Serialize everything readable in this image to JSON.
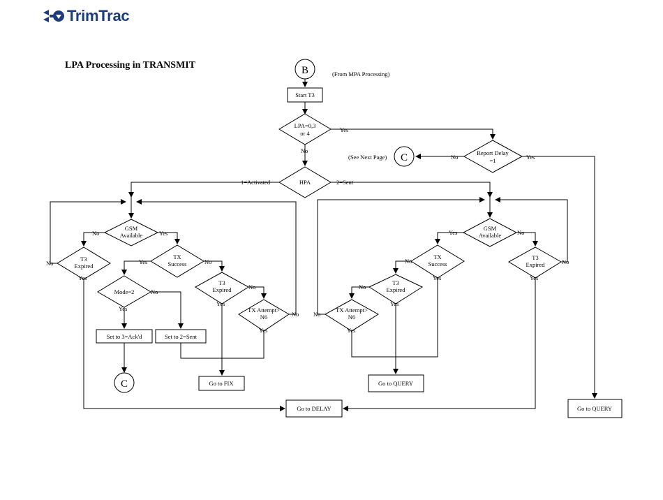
{
  "logo": {
    "text": "TrimTrac"
  },
  "title": "LPA Processing in TRANSMIT",
  "connectors": {
    "b_top": "B",
    "c_right": "C",
    "c_left": "C"
  },
  "notes": {
    "from_mpa": "(From MPA Processing)",
    "see_next": "(See Next Page)"
  },
  "nodes": {
    "start_t3": "Start T3",
    "lpa_q": [
      "LPA=0,3",
      "or 4"
    ],
    "report_delay": [
      "Report Delay",
      "=1"
    ],
    "hpa": "HPA",
    "gsm_left": [
      "GSM",
      "Available"
    ],
    "gsm_right": [
      "GSM",
      "Available"
    ],
    "t3_exp_left": [
      "T3",
      "Expired"
    ],
    "tx_succ_left": [
      "TX",
      "Success"
    ],
    "mode2": "Mode=2",
    "t3_exp_mid_left": [
      "T3",
      "Expired"
    ],
    "tx_att_left": [
      "TX Attempt>",
      "N6"
    ],
    "set3": "Set to 3=Ack'd",
    "set2": "Set to 2=Sent",
    "go_fix": "Go to FIX",
    "go_delay": "Go to DELAY",
    "tx_succ_right": [
      "TX",
      "Success"
    ],
    "t3_exp_mid_right": [
      "T3",
      "Expired"
    ],
    "tx_att_right": [
      "TX Attempt>",
      "N6"
    ],
    "t3_exp_right": [
      "T3",
      "Expired"
    ],
    "go_query_mid": "Go to QUERY",
    "go_query_right": "Go to QUERY"
  },
  "labels": {
    "lpa_yes": "Yes",
    "lpa_no": "No",
    "rd_no": "No",
    "rd_yes": "Yes",
    "hpa_1": "1=Activated",
    "hpa_2": "2=Sent",
    "gsmL_no": "No",
    "gsmL_yes": "Yes",
    "t3L_no": "No",
    "t3L_yes": "Yes",
    "txL_yes": "Yes",
    "txL_no": "No",
    "mode_no": "No",
    "mode_yes": "Yes",
    "t3ML_no": "No",
    "t3ML_yes": "Yes",
    "attL_no": "No",
    "attL_yes": "Yes",
    "gsmR_yes": "Yes",
    "gsmR_no": "No",
    "txR_no": "No",
    "txR_yes": "Yes",
    "t3MR_no": "No",
    "t3MR_yes": "Yes",
    "attR_no": "No",
    "attR_yes": "Yes",
    "t3R_no": "No",
    "t3R_yes": "Yes"
  }
}
